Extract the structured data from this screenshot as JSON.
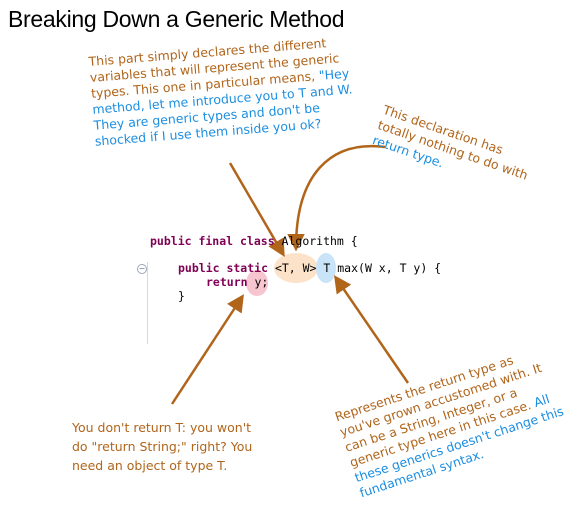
{
  "title": "Breaking Down a Generic Method",
  "notes": {
    "declares": {
      "lines": [
        {
          "text": "This part simply declares the different",
          "color": "brown"
        },
        {
          "text": "variables that will represent the generic",
          "color": "brown"
        },
        {
          "text": "types. This one in particular means, \"Hey",
          "color": "mixed",
          "a": "types. This one in particular means, ",
          "b": "\"Hey"
        },
        {
          "text": "method, let me introduce you to T and W.",
          "color": "blue"
        },
        {
          "text": "They are generic types and don't be",
          "color": "blue"
        },
        {
          "text": "shocked if I use them inside you ok?",
          "color": "blue"
        }
      ]
    },
    "declaration": {
      "lines": [
        {
          "text": "This declaration has",
          "color": "brown"
        },
        {
          "text": "totally nothing to do with",
          "color": "brown"
        },
        {
          "text": "return type.",
          "color": "blue"
        }
      ]
    },
    "return_t": {
      "lines": [
        {
          "text": "You don't return T: you won't",
          "color": "brown"
        },
        {
          "text": "do \"return String;\" right? You",
          "color": "brown"
        },
        {
          "text": "need an object of type T.",
          "color": "brown"
        }
      ]
    },
    "represents": {
      "lines": [
        {
          "text": "Represents the return type as",
          "color": "brown"
        },
        {
          "text": "you've grown accustomed with. It",
          "color": "brown"
        },
        {
          "text": "can be a String,  Integer, or a",
          "color": "brown"
        },
        {
          "text": "generic type here in this case. All",
          "color": "mixed",
          "a": "generic type here in this case. ",
          "b": "All"
        },
        {
          "text": "these generics doesn't change this",
          "color": "blue"
        },
        {
          "text": "fundamental syntax.",
          "color": "blue"
        }
      ]
    }
  },
  "code": {
    "line1_kw": "public final class",
    "line1_rest": " Algorithm {",
    "line2_kw": "public static",
    "line2_rest": " <T, W> T max(W x, T y) {",
    "line3_kw": "return",
    "line3_rest": " y;",
    "line4": "}"
  },
  "colors": {
    "brown": "#b0651b",
    "blue": "#1c8ee0",
    "arrow": "#b0651b",
    "highlight_orange": "#fbe2c9",
    "highlight_blue": "#c9e4f8",
    "highlight_pink": "#f6c5cf",
    "keyword": "#7f0055"
  }
}
